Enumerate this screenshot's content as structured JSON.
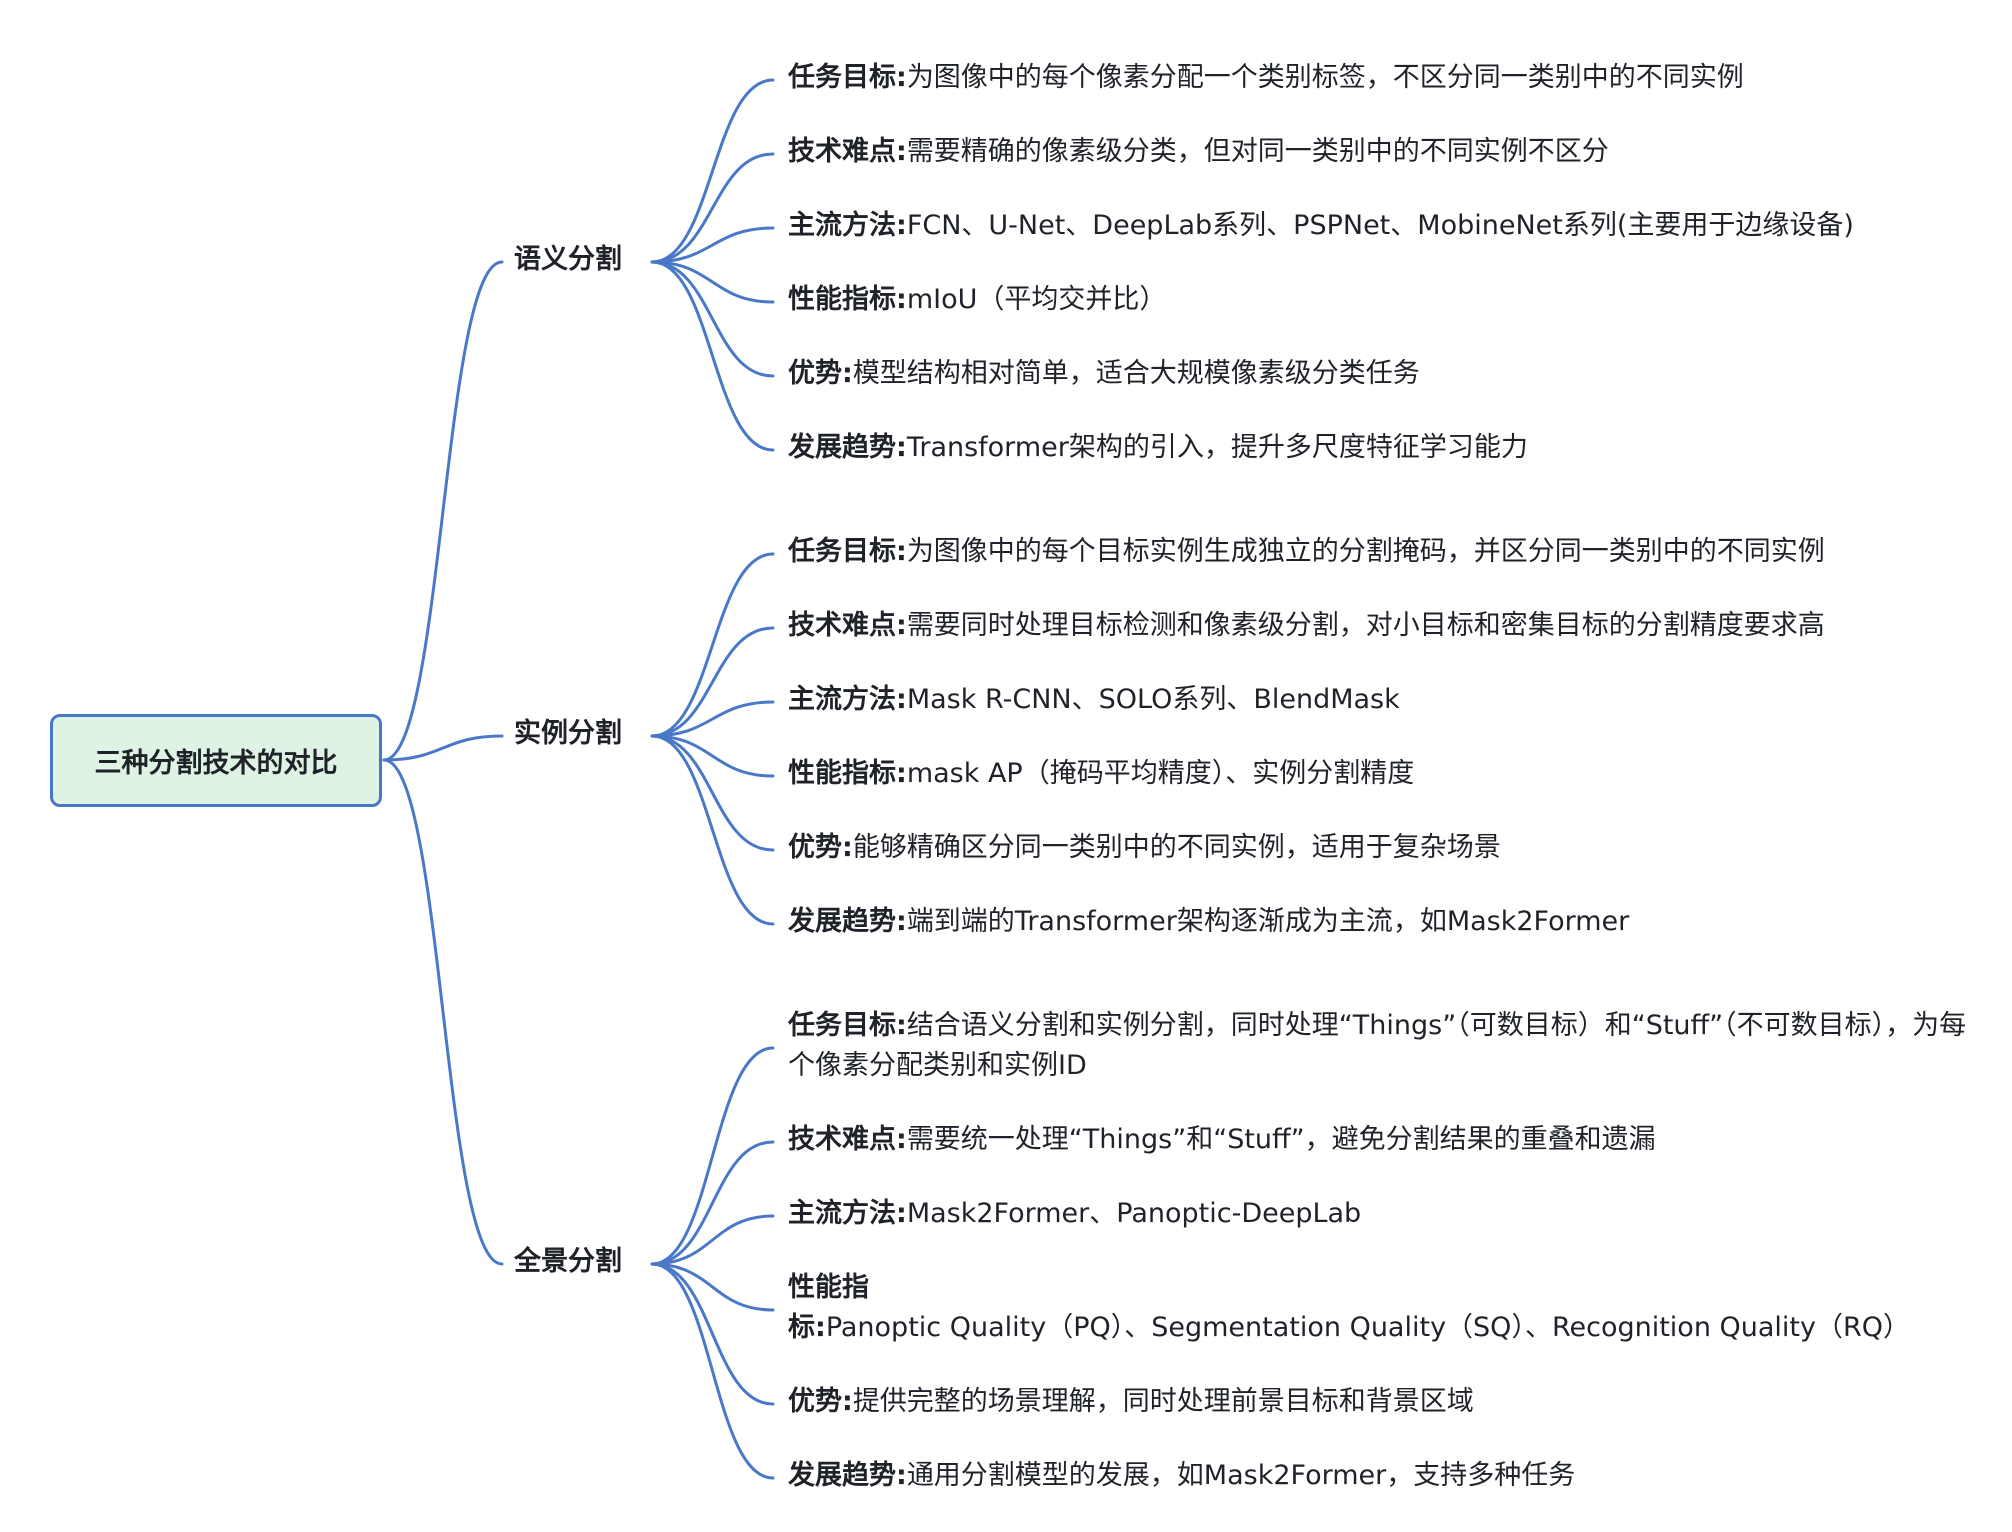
{
  "root": {
    "label": "三种分割技术的对比"
  },
  "branches": [
    {
      "label": "语义分割",
      "items": [
        {
          "key": "任务目标:",
          "text": "为图像中的每个像素分配一个类别标签，不区分同一类别中的不同实例"
        },
        {
          "key": "技术难点:",
          "text": "需要精确的像素级分类，但对同一类别中的不同实例不区分"
        },
        {
          "key": "主流方法:",
          "text": "FCN、U-Net、DeepLab系列、PSPNet、MobineNet系列(主要用于边缘设备)"
        },
        {
          "key": "性能指标:",
          "text": "mIoU（平均交并比）"
        },
        {
          "key": "优势:",
          "text": "模型结构相对简单，适合大规模像素级分类任务"
        },
        {
          "key": "发展趋势:",
          "text": "Transformer架构的引入，提升多尺度特征学习能力"
        }
      ]
    },
    {
      "label": "实例分割",
      "items": [
        {
          "key": "任务目标:",
          "text": "为图像中的每个目标实例生成独立的分割掩码，并区分同一类别中的不同实例"
        },
        {
          "key": "技术难点:",
          "text": "需要同时处理目标检测和像素级分割，对小目标和密集目标的分割精度要求高"
        },
        {
          "key": "主流方法:",
          "text": "Mask R-CNN、SOLO系列、BlendMask"
        },
        {
          "key": "性能指标:",
          "text": "mask AP（掩码平均精度）、实例分割精度"
        },
        {
          "key": "优势:",
          "text": "能够精确区分同一类别中的不同实例，适用于复杂场景"
        },
        {
          "key": "发展趋势:",
          "text": "端到端的Transformer架构逐渐成为主流，如Mask2Former"
        }
      ]
    },
    {
      "label": "全景分割",
      "items": [
        {
          "key": "任务目标:",
          "text": "结合语义分割和实例分割，同时处理“Things”（可数目标）和“Stuff”（不可数目标），为每个像素分配类别和实例ID"
        },
        {
          "key": "技术难点:",
          "text": "需要统一处理“Things”和“Stuff”，避免分割结果的重叠和遗漏"
        },
        {
          "key": "主流方法:",
          "text": "Mask2Former、Panoptic-DeepLab"
        },
        {
          "key": "性能指标:",
          "text": "Panoptic Quality（PQ）、Segmentation Quality（SQ）、Recognition Quality（RQ）"
        },
        {
          "key": "优势:",
          "text": "提供完整的场景理解，同时处理前景目标和背景区域"
        },
        {
          "key": "发展趋势:",
          "text": "通用分割模型的发展，如Mask2Former，支持多种任务"
        }
      ]
    }
  ],
  "colors": {
    "connector": "#4a78c8",
    "root_fill": "#dff3e4",
    "text": "#1f2329"
  }
}
